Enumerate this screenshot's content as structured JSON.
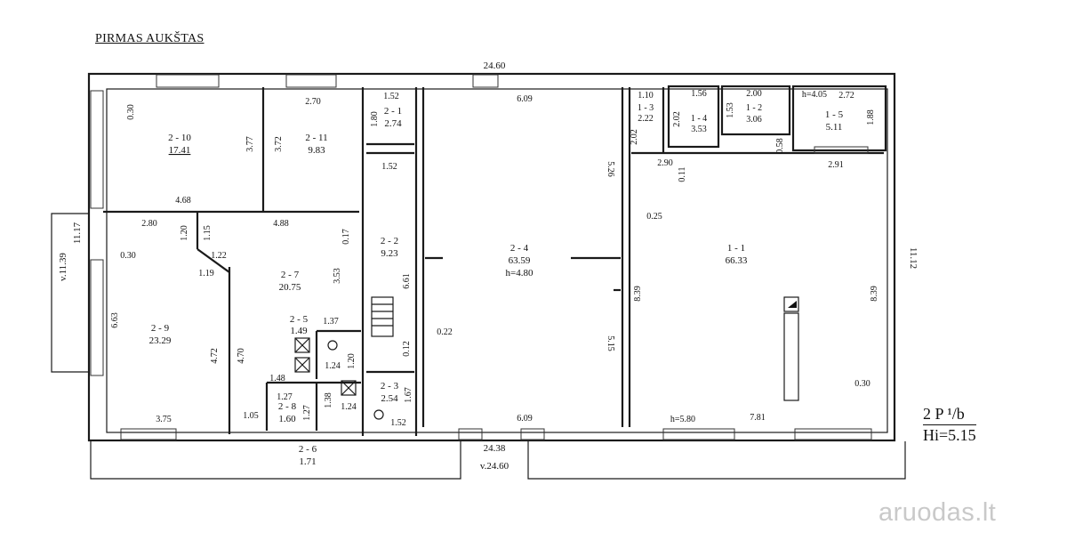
{
  "header": {
    "title": "PIRMAS AUKŠTAS"
  },
  "rooms": [
    {
      "id": "2 - 10",
      "area": "17.41"
    },
    {
      "id": "2 - 11",
      "area": "9.83"
    },
    {
      "id": "2 - 1",
      "area": "2.74"
    },
    {
      "id": "2 - 2",
      "area": "9.23"
    },
    {
      "id": "2 - 7",
      "area": "20.75"
    },
    {
      "id": "2 - 9",
      "area": "23.29"
    },
    {
      "id": "2 - 5",
      "area": "1.49"
    },
    {
      "id": "2 - 8",
      "area": "1.60"
    },
    {
      "id": "2 - 3",
      "area": "2.54"
    },
    {
      "id": "2 - 6",
      "area": "1.71"
    },
    {
      "id": "2 - 4",
      "area": "63.59",
      "height": "h=4.80"
    },
    {
      "id": "1 - 3",
      "area": "2.22"
    },
    {
      "id": "1 - 4",
      "area": "3.53"
    },
    {
      "id": "1 - 2",
      "area": "3.06"
    },
    {
      "id": "1 - 5",
      "area": "5.11"
    },
    {
      "id": "1 - 1",
      "area": "66.33"
    }
  ],
  "dimensions": {
    "top_overall": "24.60",
    "bottom_inner": "24.38",
    "bottom_overall": "v.24.60",
    "right_overall": "11.12",
    "left_overall": "11.17",
    "left_outer": "v.11.39",
    "d_030a": "0.30",
    "d_377": "3.77",
    "d_468": "4.68",
    "d_270": "2.70",
    "d_372": "3.72",
    "d_152a": "1.52",
    "d_180": "1.80",
    "d_152b": "1.52",
    "d_280": "2.80",
    "d_120": "1.20",
    "d_115": "1.15",
    "d_488": "4.88",
    "d_017": "0.17",
    "d_122": "1.22",
    "d_119": "1.19",
    "d_030b": "0.30",
    "d_353": "3.53",
    "d_661": "6.61",
    "d_663": "6.63",
    "d_472": "4.72",
    "d_470": "4.70",
    "d_375": "3.75",
    "d_137": "1.37",
    "d_124a": "1.24",
    "d_120b": "1.20",
    "d_012": "0.12",
    "d_148": "1.48",
    "d_127a": "1.27",
    "d_138": "1.38",
    "d_124b": "1.24",
    "d_127b": "1.27",
    "d_105": "1.05",
    "d_167": "1.67",
    "d_152c": "1.52",
    "d_022": "0.22",
    "d_609a": "6.09",
    "d_526": "5.26",
    "d_515": "5.15",
    "d_609b": "6.09",
    "d_110": "1.10",
    "d_156": "1.56",
    "d_200": "2.00",
    "d_202a": "2.02",
    "d_202b": "2.02",
    "d_153": "1.53",
    "d_h405": "h=4.05",
    "d_272": "2.72",
    "d_188": "1.88",
    "d_058": "0.58",
    "d_290": "2.90",
    "d_291": "2.91",
    "d_011": "0.11",
    "d_025": "0.25",
    "d_839a": "8.39",
    "d_839b": "8.39",
    "d_030c": "0.30",
    "d_h580": "h=5.80",
    "d_781": "7.81"
  },
  "notes": {
    "line1": "2 P ¹/b",
    "line2": "Hi=5.15"
  },
  "watermark": {
    "text": "aruodas.lt"
  }
}
